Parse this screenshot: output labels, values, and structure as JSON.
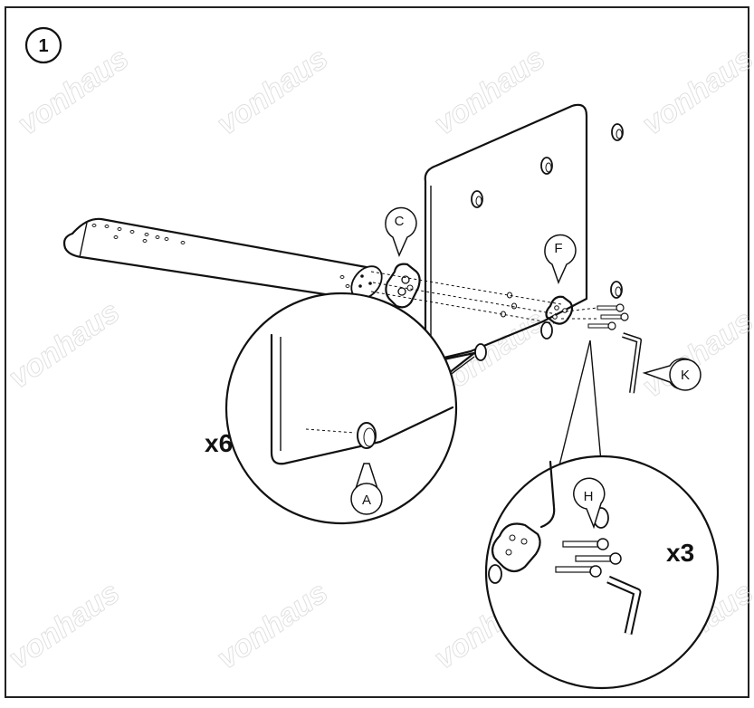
{
  "step": {
    "number": "1"
  },
  "parts": {
    "c": "C",
    "f": "F",
    "k": "K",
    "a": "A",
    "h": "H"
  },
  "quantities": {
    "a": "x6",
    "h": "x3"
  },
  "watermark": "vonhaus"
}
